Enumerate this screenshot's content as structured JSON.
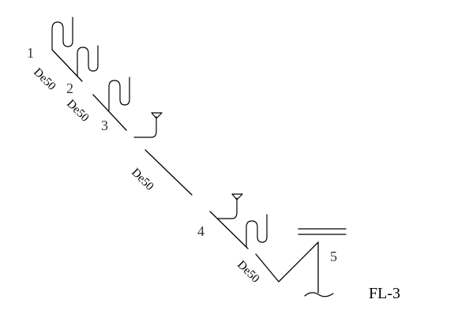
{
  "diagram": {
    "node_labels": [
      "1",
      "2",
      "3",
      "4",
      "5"
    ],
    "segment_labels": [
      "De50",
      "De50",
      "De50",
      "De50"
    ],
    "riser_id": "FL-3",
    "colors": {
      "line": "#000000",
      "node_text": "#333333",
      "background": "#ffffff"
    }
  }
}
